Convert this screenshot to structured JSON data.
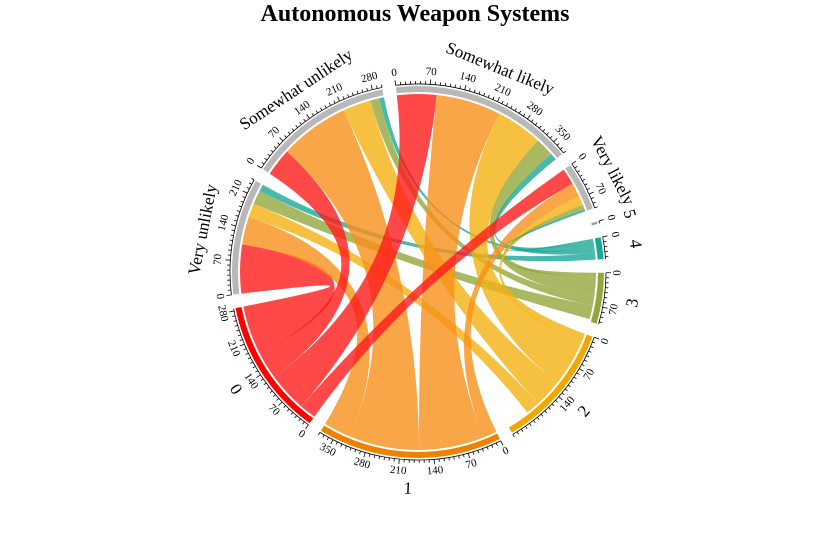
{
  "chart_data": {
    "type": "chord",
    "title": "Autonomous Weapon Systems",
    "sectors": [
      {
        "name": "Very unlikely",
        "total": 240,
        "color": "#b8b8b8",
        "ticks": [
          0,
          70,
          140,
          210
        ]
      },
      {
        "name": "Somewhat unlikely",
        "total": 300,
        "color": "#b8b8b8",
        "ticks": [
          0,
          70,
          140,
          210,
          280
        ]
      },
      {
        "name": "Somewhat likely",
        "total": 380,
        "color": "#b8b8b8",
        "ticks": [
          0,
          70,
          140,
          210,
          280,
          350
        ]
      },
      {
        "name": "Very likely",
        "total": 100,
        "color": "#b8b8b8",
        "ticks": [
          0,
          70
        ]
      },
      {
        "name": "5",
        "total": 5,
        "color": "#9aa0a3",
        "ticks": [
          0
        ]
      },
      {
        "name": "4",
        "total": 45,
        "color": "#1aa896",
        "ticks": [
          0
        ]
      },
      {
        "name": "3",
        "total": 105,
        "color": "#93a83c",
        "ticks": [
          0,
          70
        ]
      },
      {
        "name": "2",
        "total": 260,
        "color": "#f2a600",
        "ticks": [
          0,
          70,
          140
        ]
      },
      {
        "name": "1",
        "total": 380,
        "color": "#ee8100",
        "ticks": [
          0,
          70,
          140,
          210,
          280,
          350
        ]
      },
      {
        "name": "0",
        "total": 285,
        "color": "#ff0000",
        "ticks": [
          0,
          70,
          140,
          210,
          280
        ]
      }
    ],
    "flows": [
      {
        "source": "Very unlikely",
        "target": "0",
        "value": 105,
        "color": "#ff1a1a"
      },
      {
        "source": "Very unlikely",
        "target": "1",
        "value": 60,
        "color": "#f7901a"
      },
      {
        "source": "Very unlikely",
        "target": "2",
        "value": 30,
        "color": "#f4b010"
      },
      {
        "source": "Very unlikely",
        "target": "3",
        "value": 30,
        "color": "#93a83c"
      },
      {
        "source": "Very unlikely",
        "target": "4",
        "value": 15,
        "color": "#1aa896"
      },
      {
        "source": "Somewhat unlikely",
        "target": "0",
        "value": 60,
        "color": "#ff1a1a"
      },
      {
        "source": "Somewhat unlikely",
        "target": "1",
        "value": 150,
        "color": "#f7901a"
      },
      {
        "source": "Somewhat unlikely",
        "target": "2",
        "value": 60,
        "color": "#f4b010"
      },
      {
        "source": "Somewhat unlikely",
        "target": "3",
        "value": 20,
        "color": "#93a83c"
      },
      {
        "source": "Somewhat unlikely",
        "target": "4",
        "value": 10,
        "color": "#1aa896"
      },
      {
        "source": "Somewhat likely",
        "target": "0",
        "value": 85,
        "color": "#ff1a1a"
      },
      {
        "source": "Somewhat likely",
        "target": "1",
        "value": 140,
        "color": "#f7901a"
      },
      {
        "source": "Somewhat likely",
        "target": "2",
        "value": 100,
        "color": "#f4b010"
      },
      {
        "source": "Somewhat likely",
        "target": "3",
        "value": 40,
        "color": "#93a83c"
      },
      {
        "source": "Somewhat likely",
        "target": "4",
        "value": 15,
        "color": "#1aa896"
      },
      {
        "source": "Very likely",
        "target": "0",
        "value": 35,
        "color": "#ff1a1a"
      },
      {
        "source": "Very likely",
        "target": "1",
        "value": 30,
        "color": "#f7901a"
      },
      {
        "source": "Very likely",
        "target": "2",
        "value": 20,
        "color": "#f4b010"
      },
      {
        "source": "Very likely",
        "target": "3",
        "value": 10,
        "color": "#93a83c"
      },
      {
        "source": "Very likely",
        "target": "4",
        "value": 5,
        "color": "#1aa896"
      }
    ]
  }
}
